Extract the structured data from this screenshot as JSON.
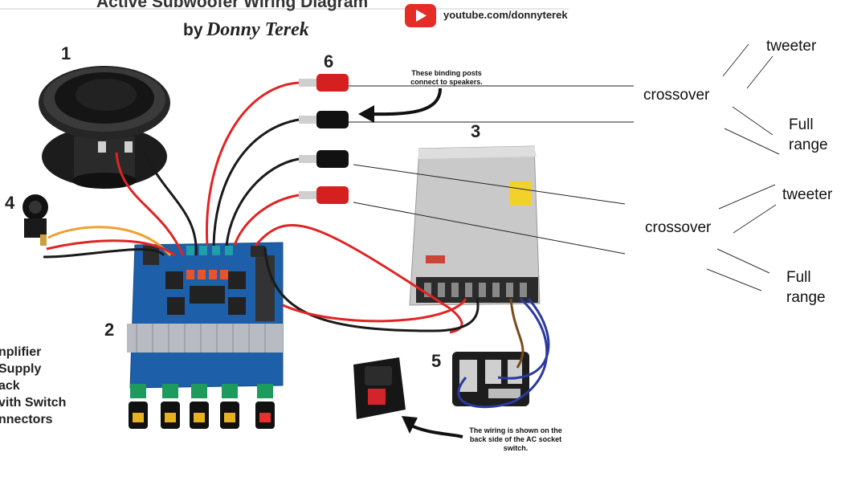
{
  "header": {
    "title": "Active Subwoofer Wiring Diagram",
    "byline_prefix": "by",
    "byline_author": "Donny Terek",
    "youtube_channel": "youtube.com/donnyterek"
  },
  "components": {
    "speaker": "1",
    "amplifier": "2",
    "power_supply": "3",
    "power_switch": "4",
    "ac_socket": "5",
    "binding_posts": "6"
  },
  "notes": {
    "binding_posts_line1": "These binding posts",
    "binding_posts_line2": "connect to speakers.",
    "ac_socket_line1": "The wiring is shown on the",
    "ac_socket_line2": "back side of the AC socket",
    "ac_socket_line3": "switch."
  },
  "legend": [
    "nplifier",
    "Supply",
    "ack",
    "vith Switch",
    "nnectors"
  ],
  "handwritten": {
    "top": {
      "crossover": "crossover",
      "tweeter": "tweeter",
      "full": "Full",
      "range": "range"
    },
    "bottom": {
      "crossover": "crossover",
      "tweeter": "tweeter",
      "full": "Full",
      "range": "range"
    }
  },
  "colors": {
    "youtube_red": "#e52d27",
    "wire_red": "#e02424",
    "wire_black": "#1a1a1a",
    "wire_orange": "#f0a030",
    "wire_blue": "#2a3aa0",
    "wire_brown": "#7a4a1a",
    "pcb_blue": "#1d5fa8",
    "psu_silver": "#c9c9c9"
  }
}
